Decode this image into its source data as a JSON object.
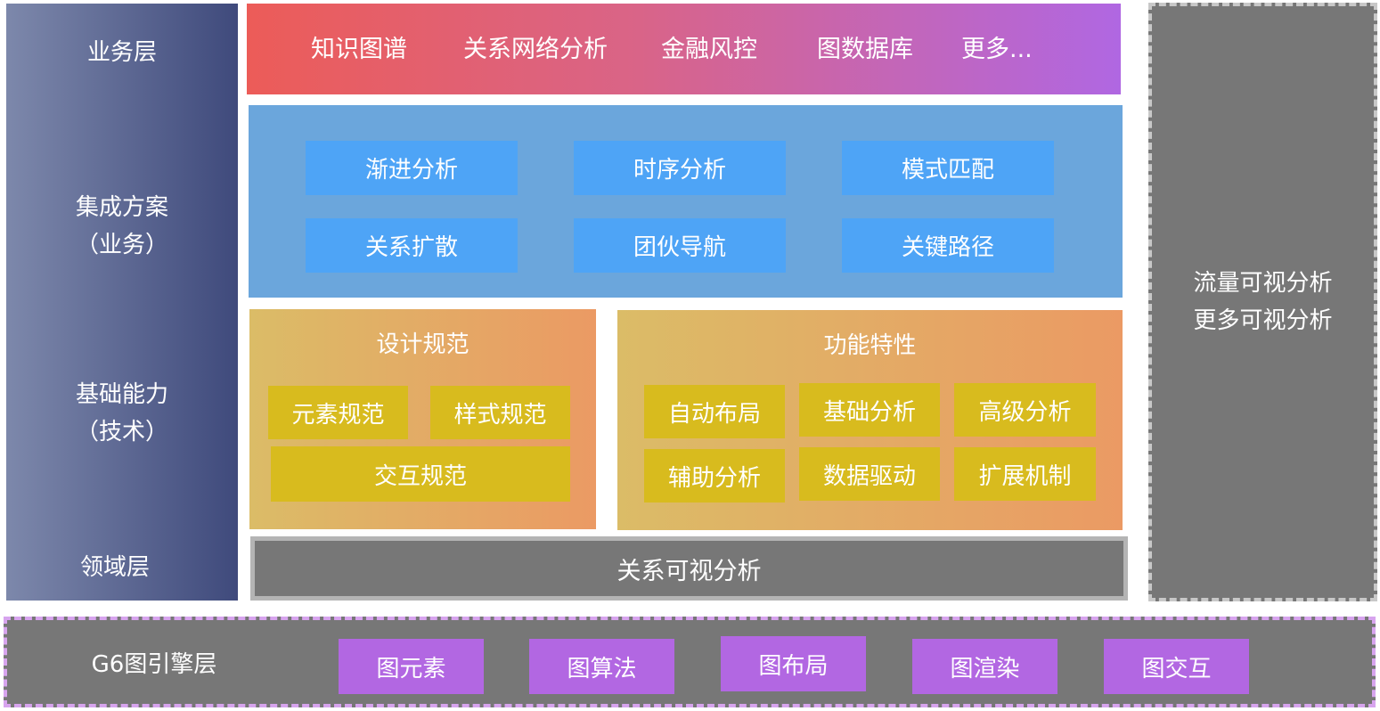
{
  "left_column": {
    "business_layer": "业务层",
    "integration": "集成方案\n（业务）",
    "foundation": "基础能力\n（技术）",
    "domain_layer": "领域层"
  },
  "business_row": {
    "items": [
      "知识图谱",
      "关系网络分析",
      "金融风控",
      "图数据库",
      "更多..."
    ]
  },
  "integration_panel": {
    "items": [
      "渐进分析",
      "时序分析",
      "模式匹配",
      "关系扩散",
      "团伙导航",
      "关键路径"
    ]
  },
  "design_panel": {
    "title": "设计规范",
    "items": [
      "元素规范",
      "样式规范",
      "交互规范"
    ]
  },
  "feature_panel": {
    "title": "功能特性",
    "items": [
      "自动布局",
      "基础分析",
      "高级分析",
      "辅助分析",
      "数据驱动",
      "扩展机制"
    ]
  },
  "relation_bar": {
    "label": "关系可视分析"
  },
  "right_panel": {
    "text": "流量可视分析\n更多可视分析"
  },
  "g6_layer": {
    "label": "G6图引擎层",
    "items": [
      "图元素",
      "图算法",
      "图布局",
      "图渲染",
      "图交互"
    ]
  },
  "colors": {
    "left_gradient": [
      "#7d88ab",
      "#3f4a7c"
    ],
    "business_gradient": [
      "#ec5c58",
      "#b067e2"
    ],
    "integration_bg": "#6ba6dc",
    "integration_btn": "#4ea4f6",
    "orange_gradient": [
      "#dbbc67",
      "#eb9a64"
    ],
    "yellow_btn": "#d8bb1e",
    "gray": "#777777",
    "purple_btn": "#b267e2"
  }
}
